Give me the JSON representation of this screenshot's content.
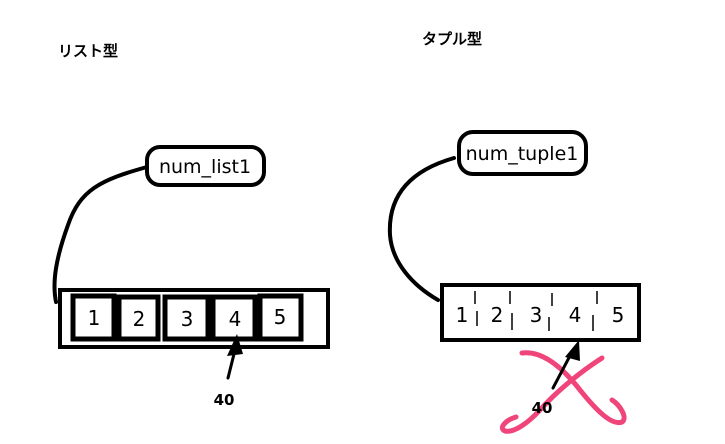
{
  "list_section": {
    "title": "リスト型",
    "variable_name": "num_list1",
    "elements": [
      "1",
      "2",
      "3",
      "4",
      "5"
    ],
    "new_value": "40"
  },
  "tuple_section": {
    "title": "タプル型",
    "variable_name": "num_tuple1",
    "elements": [
      "1",
      "2",
      "3",
      "4",
      "5"
    ],
    "new_value": "40"
  },
  "colors": {
    "ink": "#000000",
    "cross_mark": "#f0457a",
    "background": "#ffffff"
  }
}
